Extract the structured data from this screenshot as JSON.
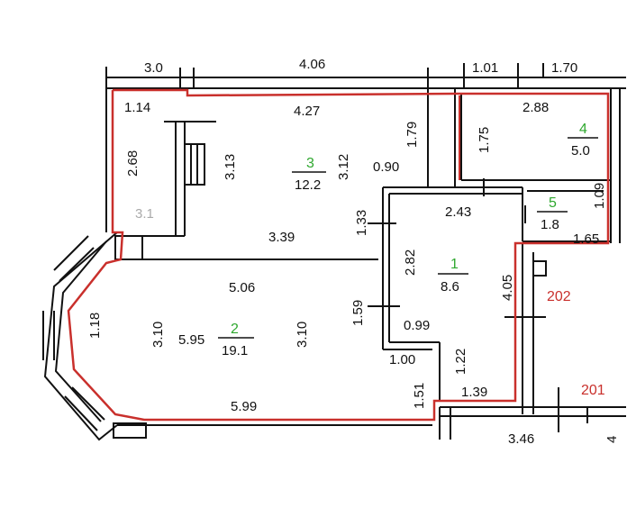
{
  "colors": {
    "boundary": "#c9302c",
    "wall": "#111111",
    "room_number": "#2fa82f",
    "apartment_label": "#c9302c",
    "faded": "#aaaaaa"
  },
  "top_cut": {
    "a": "3.0",
    "b": "4.06",
    "c": "1.01",
    "d": "1.70"
  },
  "rooms": {
    "r1": {
      "number": "1",
      "area": "8.6"
    },
    "r2": {
      "number": "2",
      "area": "19.1"
    },
    "r3": {
      "number": "3",
      "area": "12.2"
    },
    "r4": {
      "number": "4",
      "area": "5.0"
    },
    "r5": {
      "number": "5",
      "area": "1.8"
    }
  },
  "dims": {
    "d_1_14": "1.14",
    "d_4_27": "4.27",
    "d_2_88": "2.88",
    "d_2_68": "2.68",
    "d_3_13": "3.13",
    "d_3_12": "3.12",
    "d_1_79": "1.79",
    "d_1_75": "1.75",
    "d_0_90": "0.90",
    "d_3_1": "3.1",
    "d_2_43": "2.43",
    "d_1_09": "1.09",
    "d_1_65": "1.65",
    "d_1_33": "1.33",
    "d_3_39": "3.39",
    "d_2_82": "2.82",
    "d_4_05": "4.05",
    "d_5_06": "5.06",
    "d_1_59": "1.59",
    "d_0_99": "0.99",
    "d_1_18": "1.18",
    "d_3_10a": "3.10",
    "d_5_95": "5.95",
    "d_3_10b": "3.10",
    "d_1_00": "1.00",
    "d_1_22": "1.22",
    "d_1_51": "1.51",
    "d_1_39": "1.39",
    "d_5_99": "5.99",
    "d_3_46": "3.46",
    "d_4_edge": "4"
  },
  "apartments": {
    "a202": "202",
    "a201": "201"
  }
}
